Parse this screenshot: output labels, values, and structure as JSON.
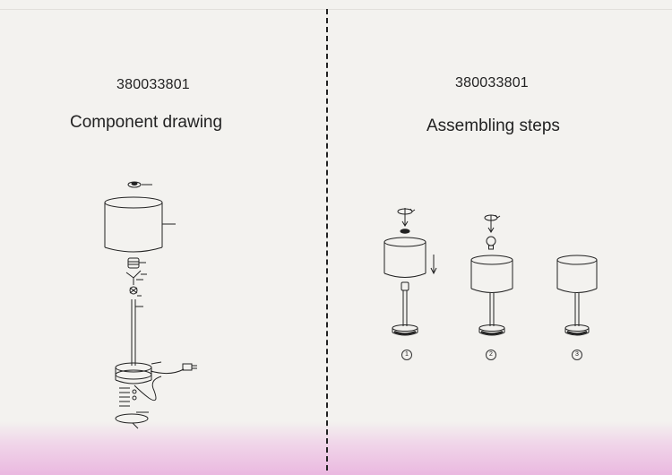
{
  "left_panel": {
    "product_code": "380033801",
    "heading": "Component drawing"
  },
  "right_panel": {
    "product_code": "380033801",
    "heading": "Assembling steps",
    "steps": [
      "1",
      "2",
      "3"
    ]
  },
  "icons": {
    "rotate": "rotate-icon",
    "arrow_down": "arrow-down-icon",
    "bulb": "light-bulb-icon",
    "plug": "plug-icon"
  },
  "colors": {
    "line": "#222222",
    "paper": "#f3f2ef",
    "footer_tint": "#e8aadc"
  }
}
